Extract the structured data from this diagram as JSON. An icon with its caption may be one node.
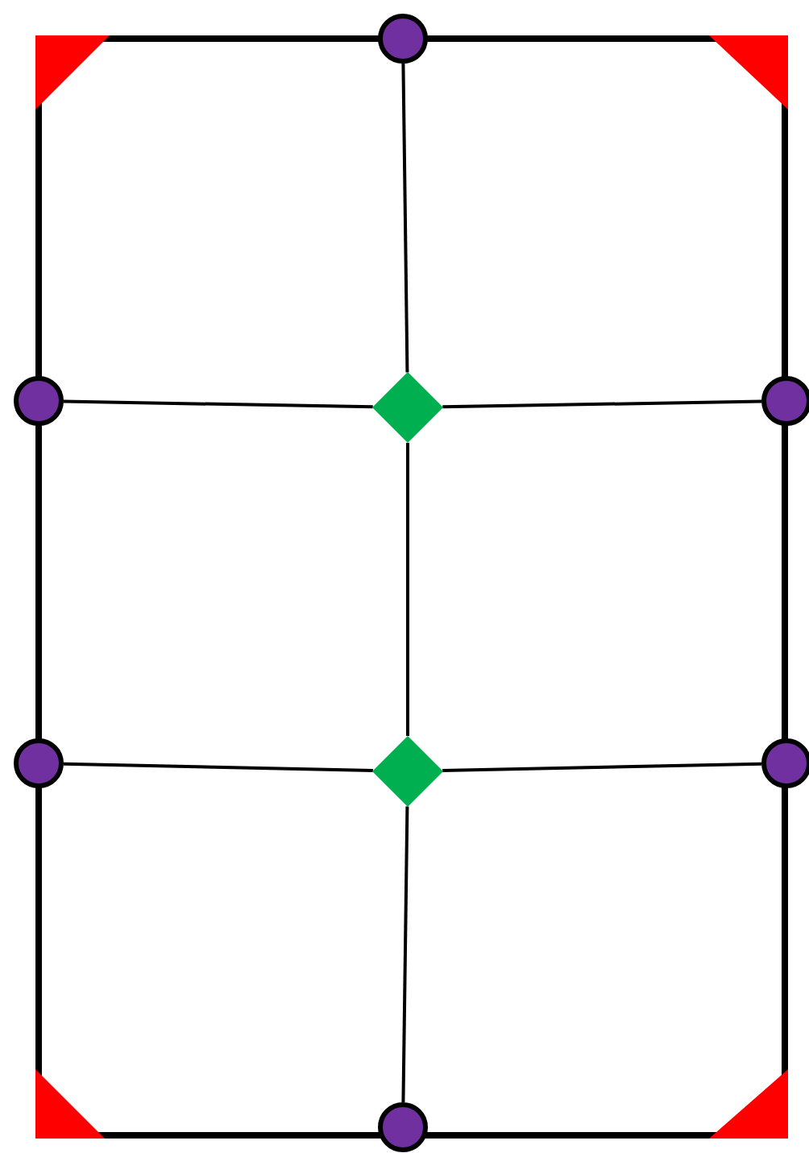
{
  "diagram": {
    "nodes": [
      {
        "text": [],
        "shape": "circle"
      },
      {
        "text": [],
        "shape": "circle"
      },
      {
        "text": [],
        "shape": "diamond"
      },
      {
        "text": [],
        "shape": "circle"
      },
      {
        "text": [],
        "shape": "circle"
      },
      {
        "text": [],
        "shape": "diamond"
      },
      {
        "text": [],
        "shape": "circle"
      },
      {
        "text": [],
        "shape": "circle"
      }
    ],
    "edges": [
      {
        "from": 0,
        "to": 2,
        "arrow": "none"
      },
      {
        "from": 2,
        "to": 5,
        "arrow": "none"
      },
      {
        "from": 5,
        "to": 7,
        "arrow": "none"
      },
      {
        "from": 1,
        "to": 2,
        "arrow": "none"
      },
      {
        "from": 2,
        "to": 3,
        "arrow": "none"
      },
      {
        "from": 4,
        "to": 5,
        "arrow": "none"
      },
      {
        "from": 5,
        "to": 6,
        "arrow": "none"
      }
    ]
  }
}
